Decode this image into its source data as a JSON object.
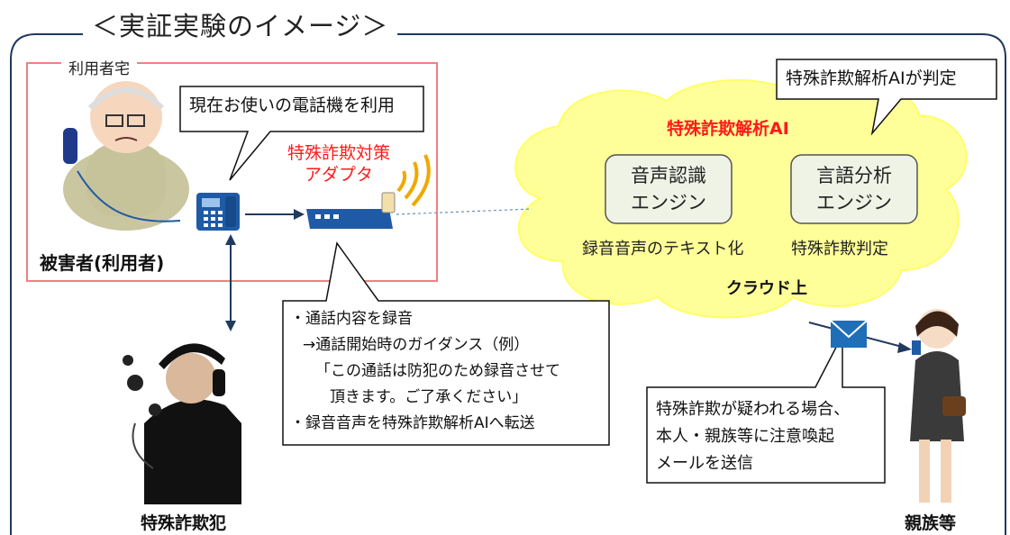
{
  "title": "＜実証実験のイメージ＞",
  "home_label": "利用者宅",
  "victim_label": "被害者(利用者)",
  "phone_callout": "現在お使いの電話機を利用",
  "adapter_label": [
    "特殊詐欺対策",
    "アダプタ"
  ],
  "ai_judge_callout": "特殊詐欺解析AIが判定",
  "cloud": {
    "title": "特殊詐欺解析AI",
    "engine1": [
      "音声認識",
      "エンジン"
    ],
    "engine2": [
      "言語分析",
      "エンジン"
    ],
    "caption1": "録音音声のテキスト化",
    "caption2": "特殊詐欺判定",
    "footer": "クラウド上"
  },
  "recording_callout": [
    "・通話内容を録音",
    "→通話開始時のガイダンス（例）",
    "「この通話は防犯のため録音させて",
    "頂きます。ご了承ください」",
    "・録音音声を特殊詐欺解析AIへ転送"
  ],
  "alert_callout": [
    "特殊詐欺が疑われる場合、",
    "本人・親族等に注意喚起",
    "メールを送信"
  ],
  "scammer_label": "特殊詐欺犯",
  "family_label": "親族等",
  "colors": {
    "accent_red": "#ff1a1a",
    "frame_navy": "#1f3a5f",
    "home_border": "#f08080",
    "cloud_fill": "#ffff99",
    "engine_fill": "#eef3e6",
    "device_blue": "#1f5aa6"
  }
}
